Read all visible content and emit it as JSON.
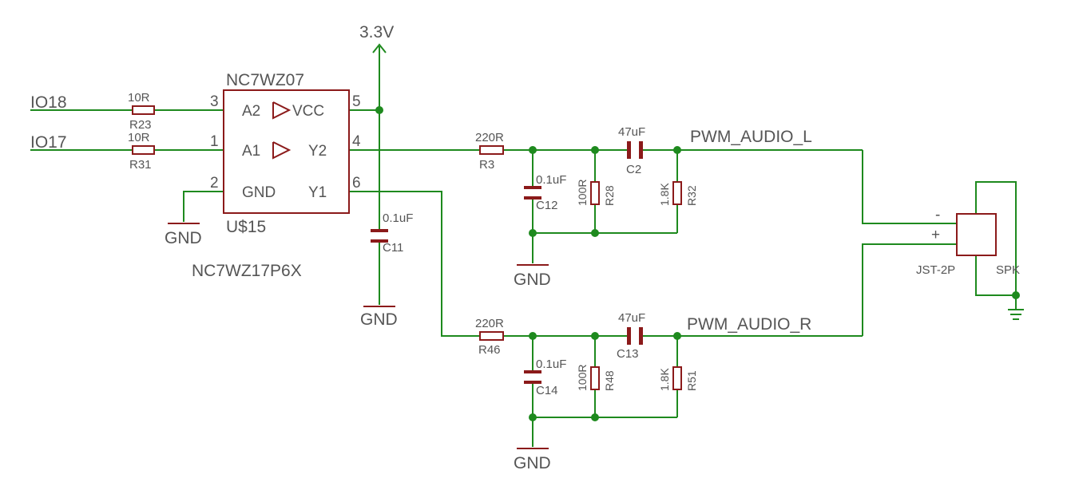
{
  "power": {
    "rail": "3.3V"
  },
  "inputs": {
    "io18": "IO18",
    "io17": "IO17"
  },
  "chip": {
    "top_label": "NC7WZ07",
    "ref": "U$15",
    "value": "NC7WZ17P6X",
    "pins": {
      "a2": "A2",
      "a1": "A1",
      "gnd": "GND",
      "vcc": "VCC",
      "y2": "Y2",
      "y1": "Y1",
      "n3": "3",
      "n1": "1",
      "n2": "2",
      "n5": "5",
      "n4": "4",
      "n6": "6"
    }
  },
  "parts": {
    "r23": {
      "value": "10R",
      "ref": "R23"
    },
    "r31": {
      "value": "10R",
      "ref": "R31"
    },
    "c11": {
      "value": "0.1uF",
      "ref": "C11"
    },
    "r3": {
      "value": "220R",
      "ref": "R3"
    },
    "c12": {
      "value": "0.1uF",
      "ref": "C12"
    },
    "r28": {
      "value": "100R",
      "ref": "R28"
    },
    "c2": {
      "value": "47uF",
      "ref": "C2"
    },
    "r32": {
      "value": "1.8K",
      "ref": "R32"
    },
    "r46": {
      "value": "220R",
      "ref": "R46"
    },
    "c14": {
      "value": "0.1uF",
      "ref": "C14"
    },
    "r48": {
      "value": "100R",
      "ref": "R48"
    },
    "c13": {
      "value": "47uF",
      "ref": "C13"
    },
    "r51": {
      "value": "1.8K",
      "ref": "R51"
    }
  },
  "nets": {
    "left": "PWM_AUDIO_L",
    "right": "PWM_AUDIO_R"
  },
  "ground": {
    "label": "GND"
  },
  "connector": {
    "minus": "-",
    "plus": "+",
    "type": "JST-2P",
    "ref": "SPK"
  },
  "colors": {
    "wire": "#1e8a1e",
    "component": "#8b1a1a",
    "text": "#555555"
  }
}
